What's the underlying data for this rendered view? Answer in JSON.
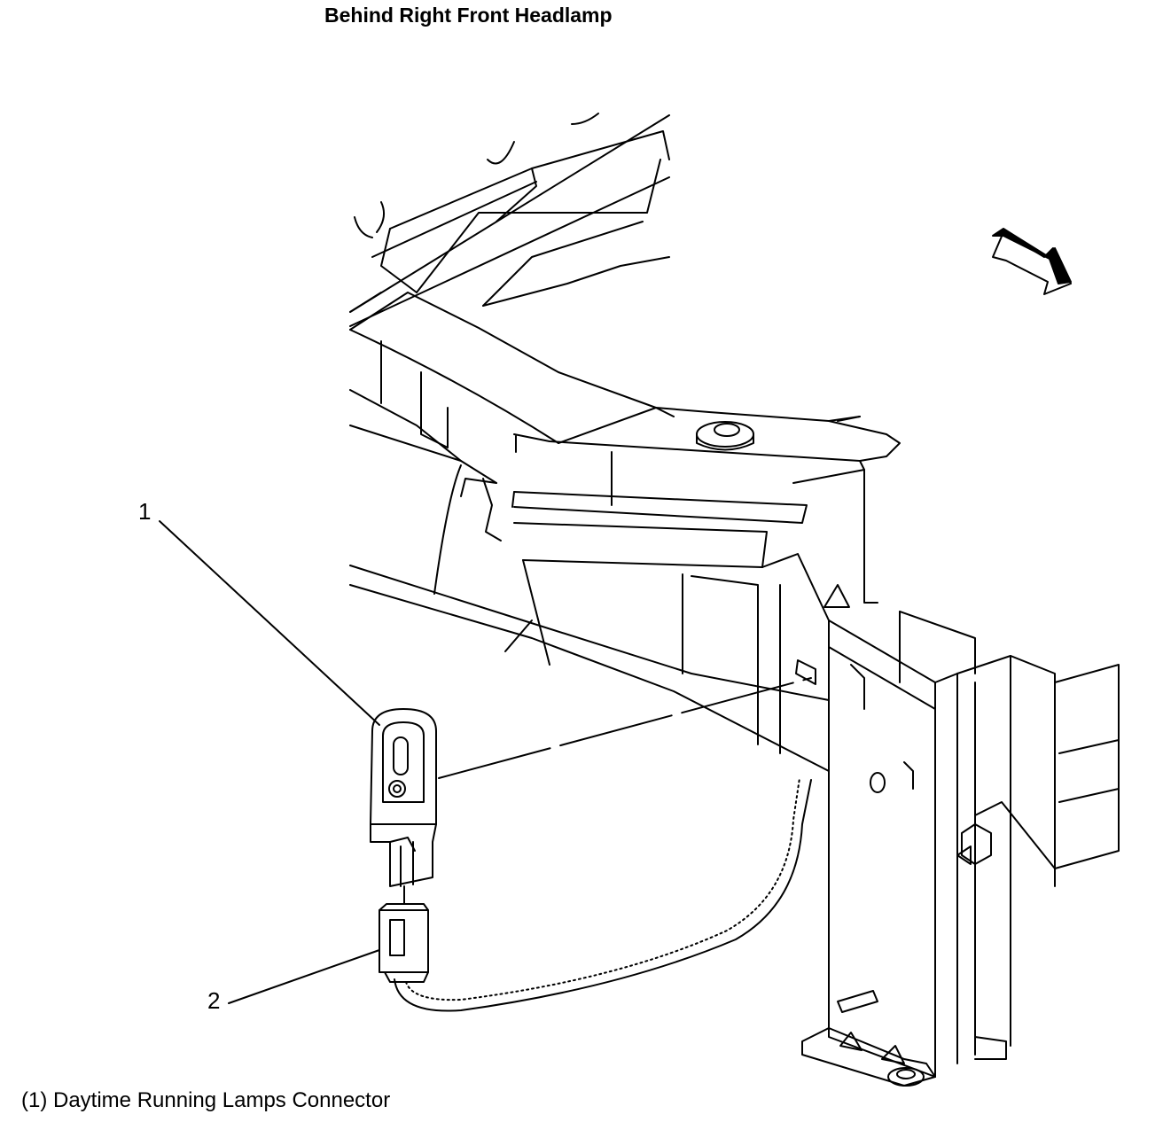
{
  "title": "Behind Right Front Headlamp",
  "callouts": [
    {
      "number": "1"
    },
    {
      "number": "2"
    }
  ],
  "caption": "(1) Daytime Running Lamps Connector",
  "icons": {
    "direction_arrow": "forward-arrow-icon"
  },
  "colors": {
    "line": "#000000",
    "background": "#ffffff"
  }
}
